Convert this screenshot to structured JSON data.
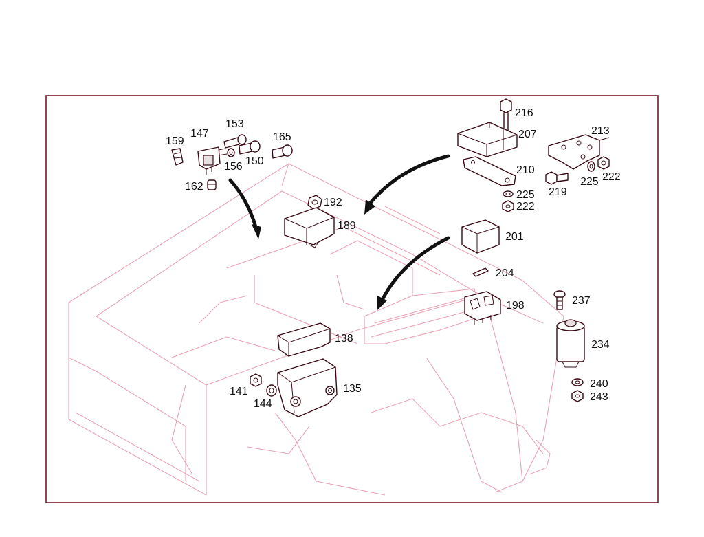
{
  "callouts": {
    "c135": "135",
    "c138": "138",
    "c141": "141",
    "c144": "144",
    "c147": "147",
    "c150": "150",
    "c153": "153",
    "c156": "156",
    "c159": "159",
    "c162": "162",
    "c165": "165",
    "c189": "189",
    "c192": "192",
    "c198": "198",
    "c201": "201",
    "c204": "204",
    "c207": "207",
    "c210": "210",
    "c213": "213",
    "c216": "216",
    "c219": "219",
    "c222a": "222",
    "c222b": "222",
    "c225a": "225",
    "c225b": "225",
    "c234": "234",
    "c237": "237",
    "c240": "240",
    "c243": "243"
  },
  "colors": {
    "frame": "#6b0a1e",
    "ghost_lines": "#e9a3b4",
    "parts": "#3a0a14",
    "arrows": "#111111"
  }
}
